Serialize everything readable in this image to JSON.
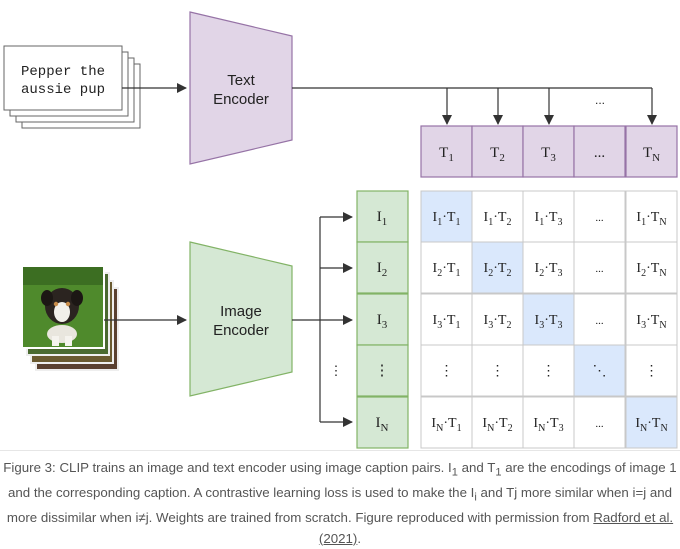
{
  "caption_text_number": "Figure 3: CLIP trains an image and text encoder using image caption pairs.",
  "caption": {
    "part1": "Figure 3: CLIP trains an image and text encoder using image caption pairs. I",
    "sub1": "1",
    "part2": " and T",
    "sub2": "1",
    "part3": " are the encodings of image 1 and the corresponding caption. A contrastive learning loss is used to make the I",
    "sub3": "i",
    "part4": " and Tj more similar when i=j and more dissimilar when i≠j. Weights are trained from scratch. Figure reproduced with permission from ",
    "link": "Radford et al. (2021)",
    "part5": "."
  },
  "text_input": [
    "Pepper the",
    "aussie pup"
  ],
  "text_encoder_label": [
    "Text",
    "Encoder"
  ],
  "image_encoder_label": [
    "Image",
    "Encoder"
  ],
  "text_tokens": [
    {
      "base": "T",
      "sub": "1"
    },
    {
      "base": "T",
      "sub": "2"
    },
    {
      "base": "T",
      "sub": "3"
    },
    {
      "base": "...",
      "sub": ""
    },
    {
      "base": "T",
      "sub": "N"
    }
  ],
  "image_tokens": [
    {
      "base": "I",
      "sub": "1"
    },
    {
      "base": "I",
      "sub": "2"
    },
    {
      "base": "I",
      "sub": "3"
    },
    {
      "base": "⋮",
      "sub": ""
    },
    {
      "base": "I",
      "sub": "N"
    }
  ],
  "matrix": [
    [
      "I1·T1",
      "I1·T2",
      "I1·T3",
      "...",
      "I1·TN"
    ],
    [
      "I2·T1",
      "I2·T2",
      "I2·T3",
      "...",
      "I2·TN"
    ],
    [
      "I3·T1",
      "I3·T2",
      "I3·T3",
      "...",
      "I3·TN"
    ],
    [
      "⋮",
      "⋮",
      "⋮",
      "⋱",
      "⋮"
    ],
    [
      "IN·T1",
      "IN·T2",
      "IN·T3",
      "...",
      "IN·TN"
    ]
  ],
  "arrow_dots_top": "...",
  "arrow_dots_left": "⋮",
  "colors": {
    "text_fill": "#e1d5e7",
    "text_stroke": "#9673a6",
    "image_fill": "#d5e8d4",
    "image_stroke": "#82b366",
    "diag_fill": "#dae8fc",
    "grid_stroke": "#c8c8c8",
    "arrow": "#333333",
    "caption": "#555555"
  }
}
